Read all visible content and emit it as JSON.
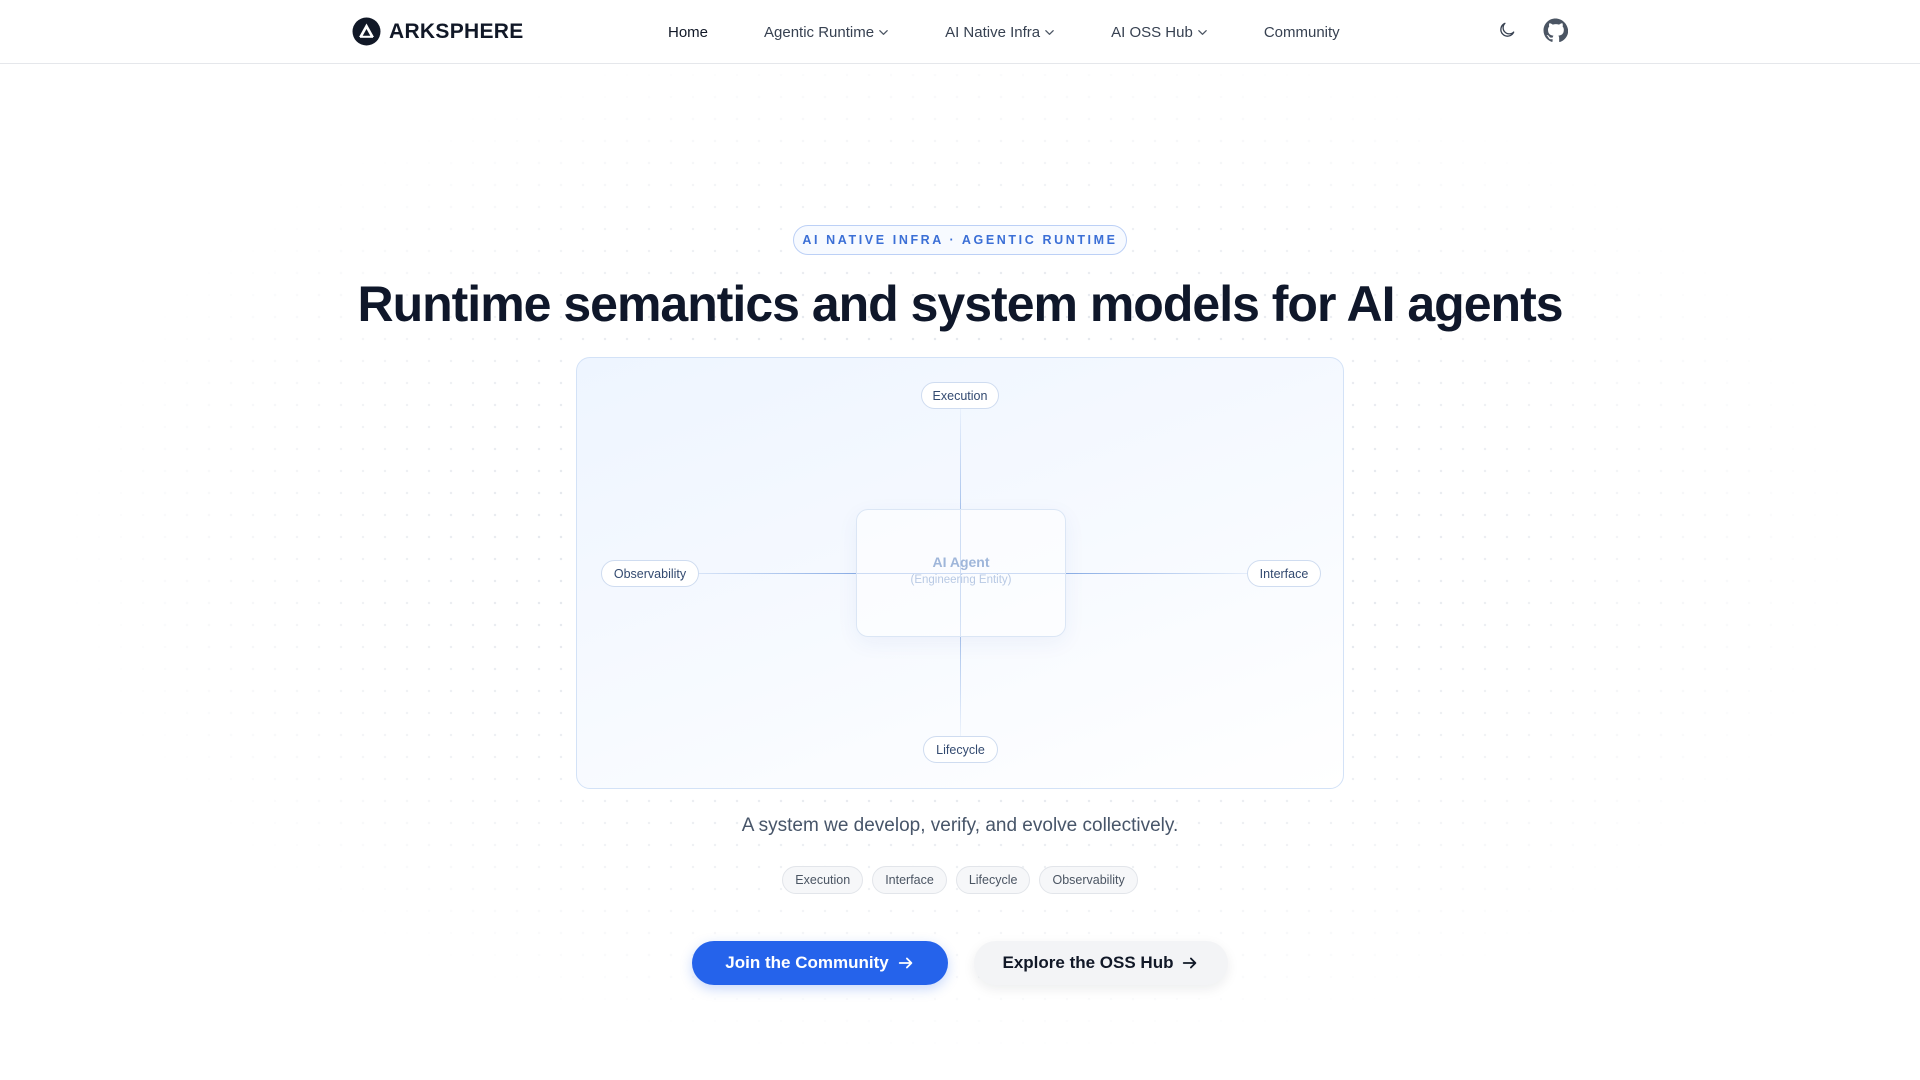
{
  "brand": {
    "name": "ARKSPHERE",
    "logo_icon": "arksphere-logo-icon"
  },
  "nav": {
    "items": [
      {
        "label": "Home",
        "has_dropdown": false,
        "active": true
      },
      {
        "label": "Agentic Runtime",
        "has_dropdown": true,
        "active": false
      },
      {
        "label": "AI Native Infra",
        "has_dropdown": true,
        "active": false
      },
      {
        "label": "AI OSS Hub",
        "has_dropdown": true,
        "active": false
      },
      {
        "label": "Community",
        "has_dropdown": false,
        "active": false
      }
    ]
  },
  "header_actions": {
    "theme_icon": "moon-icon",
    "github_icon": "github-icon"
  },
  "hero": {
    "eyebrow": "AI NATIVE INFRA · AGENTIC RUNTIME",
    "title": "Runtime semantics and system models for AI agents",
    "diagram": {
      "core_title": "AI Agent",
      "core_subtitle": "(Engineering Entity)",
      "top": "Execution",
      "bottom": "Lifecycle",
      "left": "Observability",
      "right": "Interface"
    },
    "tagline": "A system we develop, verify, and evolve collectively.",
    "chips": [
      "Execution",
      "Interface",
      "Lifecycle",
      "Observability"
    ],
    "primary_cta": "Join the Community",
    "secondary_cta": "Explore the OSS Hub"
  },
  "colors": {
    "accent": "#2563eb",
    "text": "#0f172a",
    "eyebrow": "#3b6fd6"
  }
}
